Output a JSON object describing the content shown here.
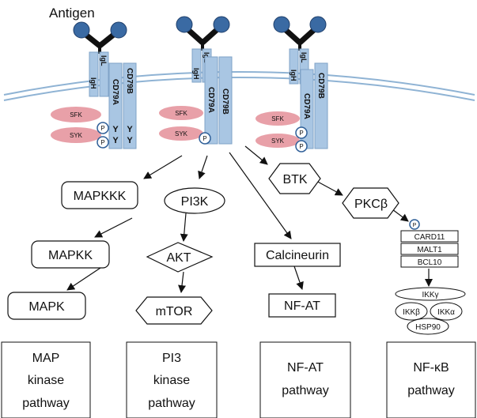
{
  "title": "Antigen",
  "receptors": [
    {
      "heavy": "IgH",
      "light": "IgL",
      "cd79a": "CD79A",
      "cd79b": "CD79B",
      "sfk": "SFK",
      "syk": "SYK",
      "phospho": [
        "P",
        "P"
      ],
      "tyr": [
        "Y",
        "Y",
        "Y",
        "Y"
      ]
    },
    {
      "heavy": "IgH",
      "light": "IgL",
      "cd79a": "CD79A",
      "cd79b": "CD79B",
      "sfk": "SFK",
      "syk": "SYK",
      "phospho": [
        "P"
      ]
    },
    {
      "heavy": "IgH",
      "light": "IgL",
      "cd79a": "CD79A",
      "cd79b": "CD79B",
      "sfk": "SFK",
      "syk": "SYK",
      "phospho": [
        "P",
        "P"
      ]
    }
  ],
  "nodes": {
    "mapkkk": "MAPKKK",
    "mapkk": "MAPKK",
    "mapk": "MAPK",
    "pi3k": "PI3K",
    "akt": "AKT",
    "mtor": "mTOR",
    "calcineurin": "Calcineurin",
    "nfat": "NF-AT",
    "btk": "BTK",
    "pkc": "PKCβ",
    "pkc_p": "P",
    "card11": "CARD11",
    "malt1": "MALT1",
    "bcl10": "BCL10",
    "ikky": "IKKγ",
    "ikkb": "IKKβ",
    "ikka": "IKKα",
    "hsp90": "HSP90"
  },
  "pathways": [
    {
      "lines": [
        "MAP",
        "kinase",
        "pathway"
      ]
    },
    {
      "lines": [
        "PI3",
        "kinase",
        "pathway"
      ]
    },
    {
      "lines": [
        "NF-AT",
        "pathway"
      ]
    },
    {
      "lines": [
        "NF-κB",
        "pathway"
      ]
    }
  ]
}
